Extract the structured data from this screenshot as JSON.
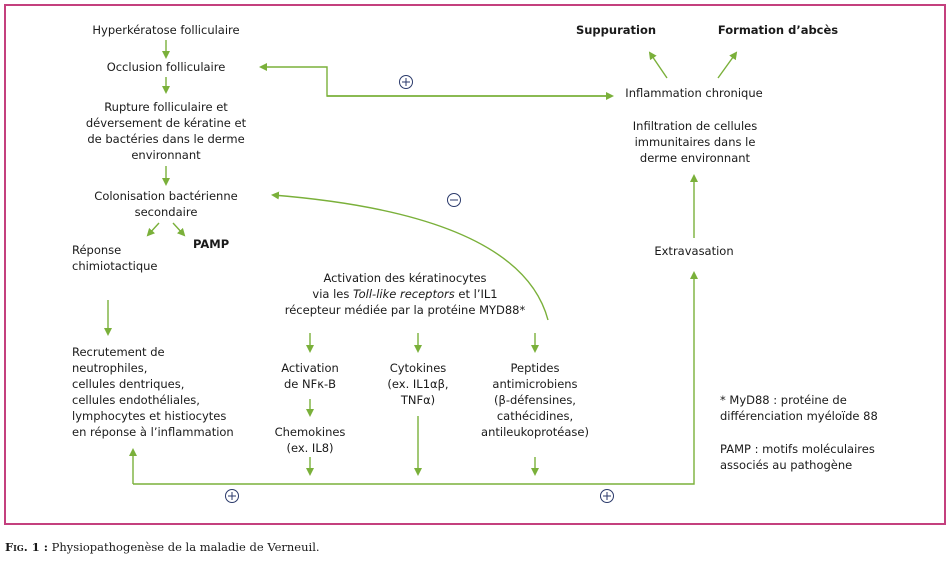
{
  "figure": {
    "left_column": {
      "hyperkeratose": "Hyperkératose folliculaire",
      "occlusion": "Occlusion folliculaire",
      "rupture": [
        "Rupture folliculaire et",
        "déversement de kératine et",
        "de bactéries dans le derme",
        "environnant"
      ],
      "colonisation": [
        "Colonisation bactérienne",
        "secondaire"
      ],
      "reponse": [
        "Réponse",
        "chimiotactique"
      ],
      "pamp": "PAMP",
      "recrutement": [
        "Recrutement de",
        "neutrophiles,",
        "cellules dentriques,",
        "cellules endothéliales,",
        "lymphocytes et histiocytes",
        "en réponse à l’inflammation"
      ]
    },
    "middle": {
      "activation_keratinocytes": [
        "Activation des kératinocytes",
        "via les ",
        "Toll-like receptors",
        " et l’IL1",
        "récepteur médiée par la protéine MYD88*"
      ],
      "nfkb": [
        "Activation",
        "de NFκ-B"
      ],
      "chemokines": [
        "Chemokines",
        "(ex. IL8)"
      ],
      "cytokines": [
        "Cytokines",
        "(ex. IL1αβ,",
        "TNFα)"
      ],
      "peptides": [
        "Peptides",
        "antimicrobiens",
        "(β-défensines,",
        "cathécidines,",
        "antileukoprotéase)"
      ]
    },
    "right_column": {
      "suppuration": "Suppuration",
      "abces": "Formation d’abcès",
      "inflammation": "Inflammation chronique",
      "infiltration": [
        "Infiltration de cellules",
        "immunitaires dans le",
        "derme environnant"
      ],
      "extravasation": "Extravasation"
    },
    "footnotes": {
      "myd88": [
        "* MyD88 : protéine de",
        "différenciation myéloïde 88"
      ],
      "pamp": [
        "PAMP : motifs moléculaires",
        "associés au pathogène"
      ]
    },
    "signs": {
      "plus": "+",
      "minus": "−"
    },
    "colors": {
      "arrow": "#7ab03a",
      "frame": "#c4407e",
      "sign": "#2b3a6b"
    }
  },
  "caption": {
    "label": "Fig. 1 :",
    "text": " Physiopathogenèse de la maladie de Verneuil."
  }
}
